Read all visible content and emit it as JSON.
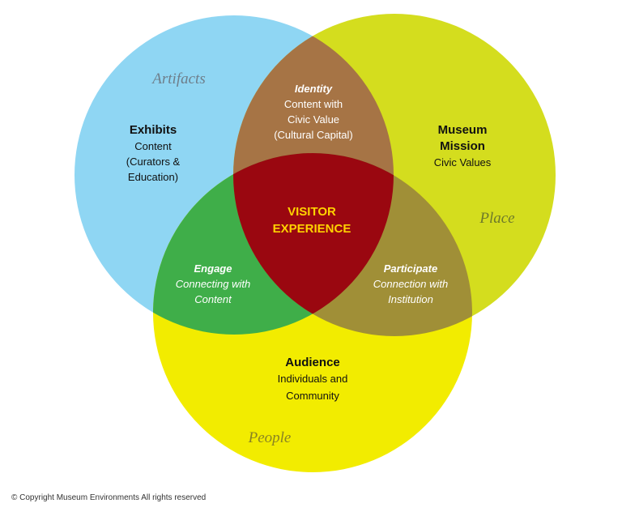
{
  "colors": {
    "blue": "#8fd6f3",
    "green_yellow": "#d4dd1e",
    "yellow": "#f2ec00",
    "brown": "#a67445",
    "green": "#3fae49",
    "olive": "#a08f37",
    "red": "#9a0710",
    "center_text": "#ffd200"
  },
  "regions": {
    "exhibits": {
      "tag": "Artifacts",
      "title": "Exhibits",
      "lines": [
        "Content",
        "(Curators &",
        "Education)"
      ]
    },
    "mission": {
      "tag": "Place",
      "title_lines": [
        "Museum",
        "Mission"
      ],
      "lines": [
        "Civic Values"
      ]
    },
    "audience": {
      "tag": "People",
      "title": "Audience",
      "lines": [
        "Individuals and",
        "Community"
      ]
    },
    "identity": {
      "title": "Identity",
      "lines": [
        "Content with",
        "Civic Value",
        "(Cultural Capital)"
      ]
    },
    "engage": {
      "title": "Engage",
      "lines": [
        "Connecting with",
        "Content"
      ]
    },
    "participate": {
      "title": "Participate",
      "lines": [
        "Connection with",
        "Institution"
      ]
    },
    "center": {
      "lines": [
        "VISITOR",
        "EXPERIENCE"
      ]
    }
  },
  "footer": {
    "copyright": "© Copyright Museum Environments All rights reserved"
  }
}
